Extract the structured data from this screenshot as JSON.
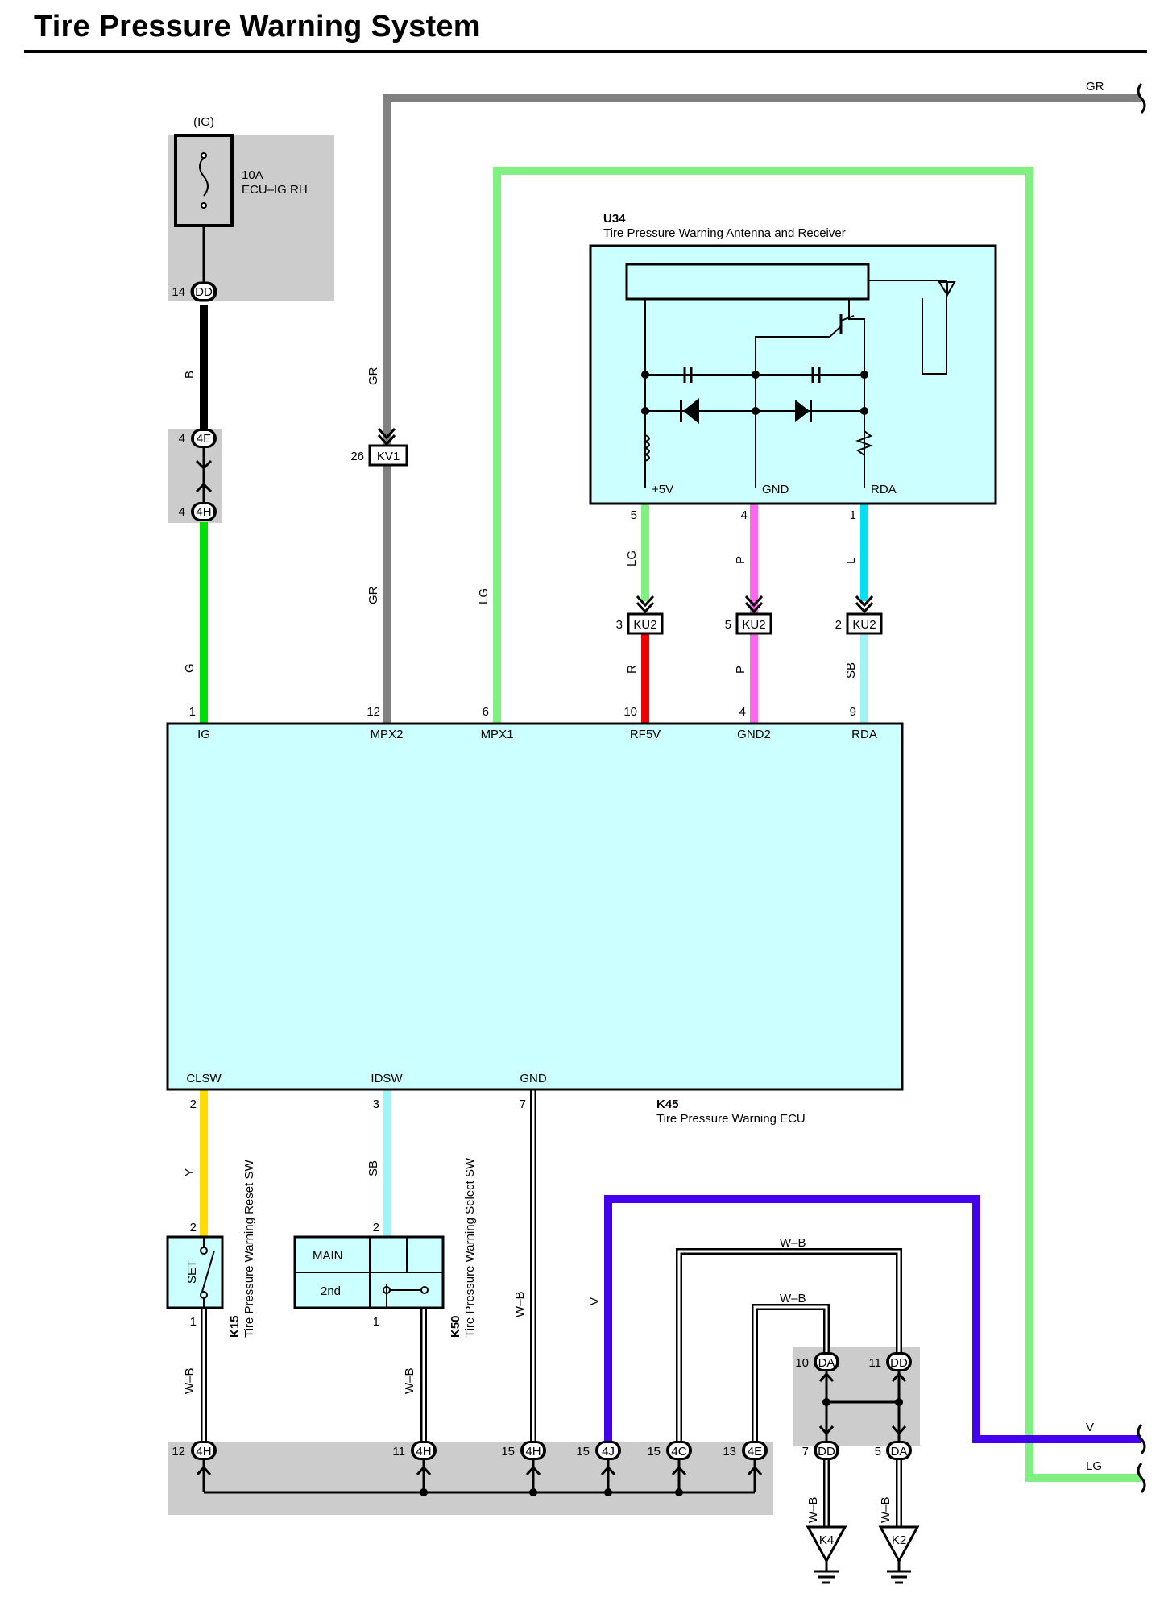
{
  "title": "Tire Pressure Warning System",
  "fuse": {
    "ig": "(IG)",
    "rating": "10A",
    "name": "ECU-IG RH"
  },
  "components": {
    "u34": {
      "id": "U34",
      "name": "Tire Pressure Warning Antenna and Receiver",
      "pins": [
        "+5V",
        "GND",
        "RDA"
      ]
    },
    "k45": {
      "id": "K45",
      "name": "Tire Pressure Warning ECU",
      "top_pins": [
        "IG",
        "MPX2",
        "MPX1",
        "RF5V",
        "GND2",
        "RDA"
      ],
      "bottom_pins": [
        "CLSW",
        "IDSW",
        "GND"
      ]
    },
    "k15": {
      "id": "K15",
      "name": "Tire Pressure Warning Reset SW",
      "label": "SET"
    },
    "k50": {
      "id": "K50",
      "name": "Tire Pressure Warning Select SW",
      "rows": [
        "MAIN",
        "2nd"
      ]
    }
  },
  "grounds": [
    "K4",
    "K2"
  ],
  "wire_colors": {
    "GR": "#808080",
    "LG": "#80f080",
    "G": "#00e000",
    "B": "#000000",
    "R": "#ee0000",
    "P": "#ff66ee",
    "L": "#00e0f0",
    "SB": "#a0f4f8",
    "Y": "#ffdd00",
    "V": "#4400ee",
    "W-B": "#000000"
  },
  "fill_colors": {
    "module": "#ccffff",
    "splice": "#cccccc"
  },
  "labels": {
    "w_b": "W–B",
    "ecu_ig_rh": "ECU–IG RH"
  }
}
